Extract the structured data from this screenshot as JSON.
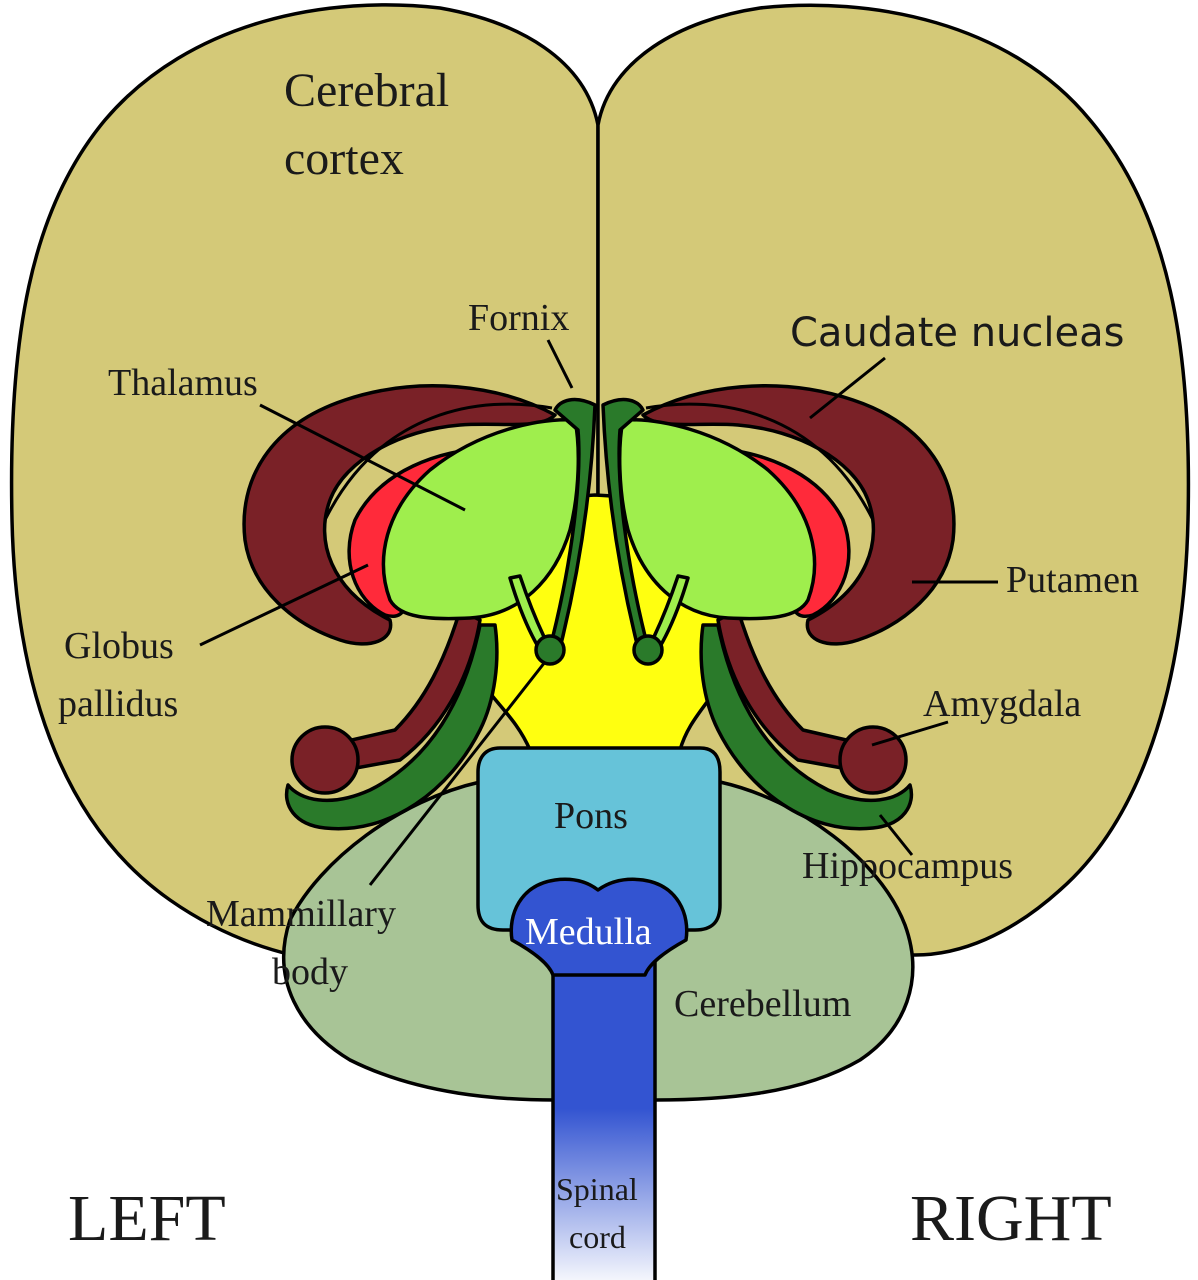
{
  "labels": {
    "cerebral_cortex": [
      "Cerebral",
      "cortex"
    ],
    "fornix": "Fornix",
    "caudate_nucleus": "Caudate nucleas",
    "thalamus": "Thalamus",
    "putamen": "Putamen",
    "globus_pallidus": [
      "Globus",
      "pallidus"
    ],
    "amygdala": "Amygdala",
    "pons": "Pons",
    "hippocampus": "Hippocampus",
    "mammillary_body": [
      "Mammillary",
      "body"
    ],
    "medulla": "Medulla",
    "cerebellum": "Cerebellum",
    "spinal_cord": [
      "Spinal",
      "cord"
    ],
    "left": "LEFT",
    "right": "RIGHT"
  },
  "colors": {
    "cortex": "#d4c978",
    "cerebellum": "#a8c496",
    "caudate": "#7a2127",
    "globus_pallidus": "#ff2a3a",
    "thalamus": "#9fee4d",
    "fornix": "#2a7a2a",
    "hippocampus": "#2a7a2a",
    "brainstem": "#ffff10",
    "pons": "#66c3d9",
    "medulla": "#3354d1",
    "spinal_cord_top": "#3354d1",
    "spinal_cord_bottom": "#ffffff"
  }
}
